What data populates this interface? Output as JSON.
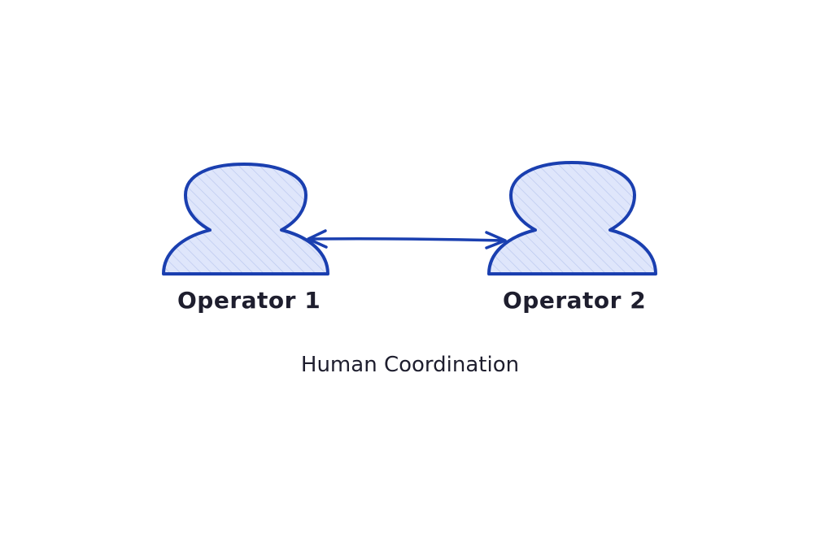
{
  "diagram": {
    "nodes": [
      {
        "id": "operator-1",
        "label": "Operator 1",
        "shape": "person-icon"
      },
      {
        "id": "operator-2",
        "label": "Operator 2",
        "shape": "person-icon"
      }
    ],
    "edges": [
      {
        "from": "operator-1",
        "to": "operator-2",
        "direction": "bidirectional"
      }
    ],
    "caption": "Human Coordination"
  },
  "colors": {
    "stroke": "#1a3fb0",
    "fill": "#dfe6fb",
    "hatch": "#b9c6ee",
    "text": "#1e1e2e",
    "background": "#ffffff"
  }
}
